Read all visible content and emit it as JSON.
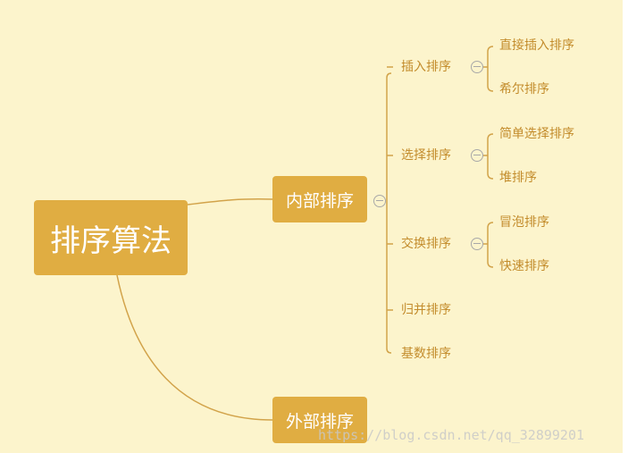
{
  "mindmap": {
    "root": "排序算法",
    "internal": {
      "label": "内部排序",
      "children": [
        {
          "label": "插入排序",
          "children": [
            "直接插入排序",
            "希尔排序"
          ]
        },
        {
          "label": "选择排序",
          "children": [
            "简单选择排序",
            "堆排序"
          ]
        },
        {
          "label": "交换排序",
          "children": [
            "冒泡排序",
            "快速排序"
          ]
        },
        {
          "label": "归并排序"
        },
        {
          "label": "基数排序"
        }
      ]
    },
    "external": {
      "label": "外部排序"
    }
  },
  "watermark": "https://blog.csdn.net/qq_32899201",
  "colors": {
    "node_fill": "#e0ad42",
    "leaf_text": "#c38c2c",
    "connector": "#d2a34a",
    "background": "#fcf4cc",
    "toggle": "#a8a8a8"
  },
  "icons": [
    "collapse-toggle-icon"
  ]
}
